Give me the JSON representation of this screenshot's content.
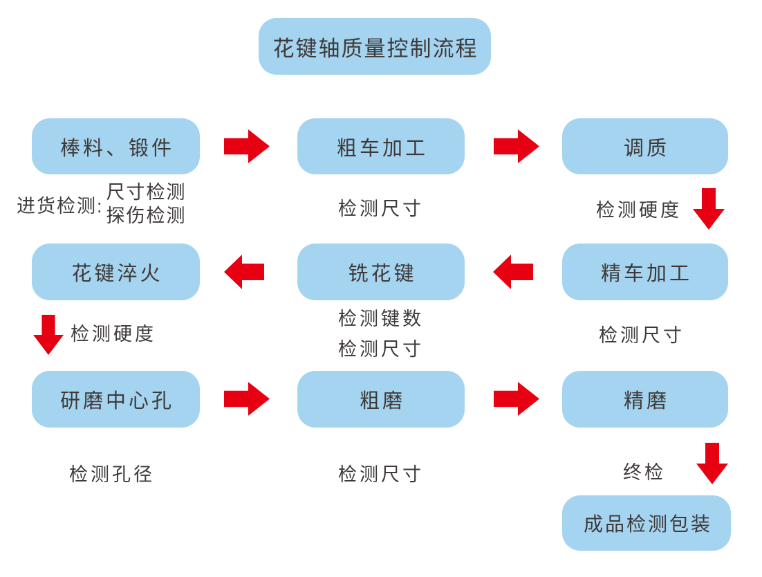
{
  "title": "花键轴质量控制流程",
  "colors": {
    "box_fill": "#A5D4F0",
    "arrow_red": "#E60012",
    "text": "#3E3A39",
    "background": "#FFFFFF"
  },
  "nodes": {
    "bar_stock": "棒料、锻件",
    "rough_turning": "粗车加工",
    "tempering": "调质",
    "spline_quenching": "花键淬火",
    "spline_milling": "铣花键",
    "fine_turning": "精车加工",
    "center_hole_grinding": "研磨中心孔",
    "rough_grinding": "粗磨",
    "fine_grinding": "精磨",
    "finished_packaging": "成品检测包装"
  },
  "captions": {
    "incoming_label": "进货检测:",
    "incoming_check_1": "尺寸检测",
    "incoming_check_2": "探伤检测",
    "rough_turning_check": "检测尺寸",
    "tempering_check": "检测硬度",
    "spline_quenching_check": "检测硬度",
    "spline_milling_check_1": "检测键数",
    "spline_milling_check_2": "检测尺寸",
    "fine_turning_check": "检测尺寸",
    "center_hole_check": "检测孔径",
    "rough_grinding_check": "检测尺寸",
    "final_check": "终检"
  }
}
